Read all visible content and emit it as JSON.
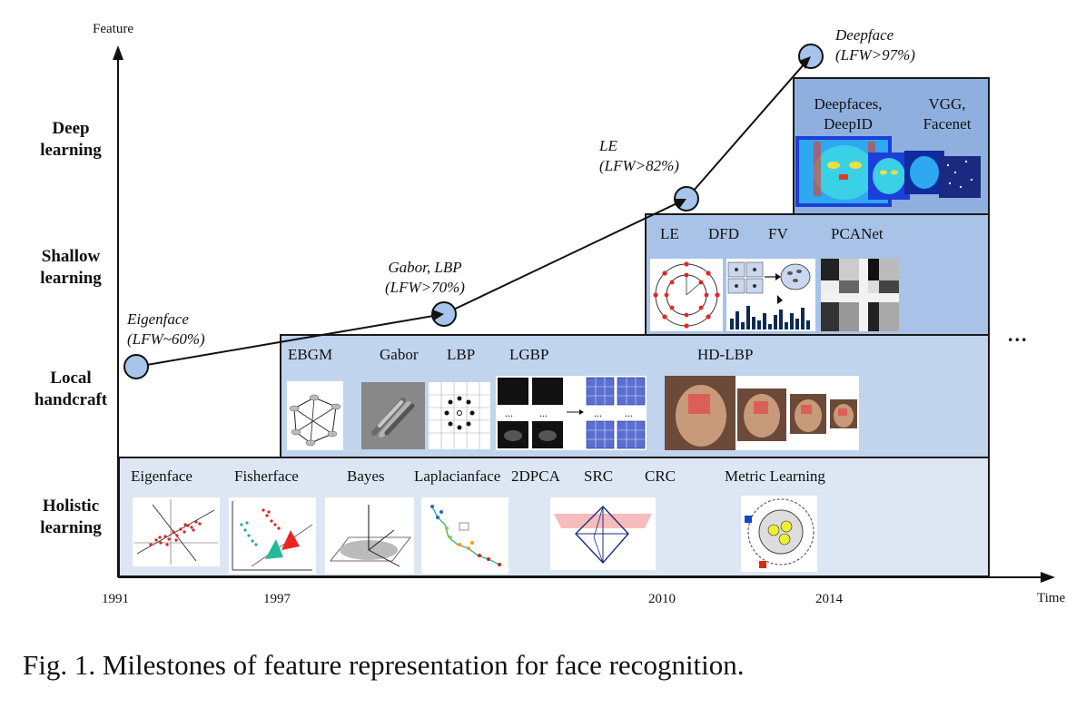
{
  "axes": {
    "y_label": "Feature",
    "x_label": "Time",
    "years": [
      "1991",
      "1997",
      "2010",
      "2014"
    ]
  },
  "levels": {
    "deep": "Deep learning",
    "shallow": "Shallow learning",
    "local": "Local handcraft",
    "holistic": "Holistic learning"
  },
  "holistic_methods": [
    "Eigenface",
    "Fisherface",
    "Bayes",
    "Laplacianface",
    "2DPCA",
    "SRC",
    "CRC",
    "Metric Learning"
  ],
  "local_methods": [
    "EBGM",
    "Gabor",
    "LBP",
    "LGBP",
    "HD-LBP"
  ],
  "shallow_methods": [
    "LE",
    "DFD",
    "FV",
    "PCANet"
  ],
  "deep_methods": [
    "Deepfaces, DeepID",
    "VGG, Facenet"
  ],
  "milestones": [
    {
      "name": "Eigenface",
      "score": "(LFW~60%)"
    },
    {
      "name": "Gabor, LBP",
      "score": "(LFW>70%)"
    },
    {
      "name": "LE",
      "score": "(LFW>82%)"
    },
    {
      "name": "Deepface",
      "score": "(LFW>97%)"
    }
  ],
  "ellipsis": "...",
  "caption": "Fig. 1.  Milestones of feature representation for face recognition.",
  "colors": {
    "holistic_fill": "#dde7f3",
    "local_fill": "#c1d4ee",
    "shallow_fill": "#a9c3e8",
    "deep_fill": "#8fb0df",
    "milestone_fill": "#a7c4ea"
  }
}
